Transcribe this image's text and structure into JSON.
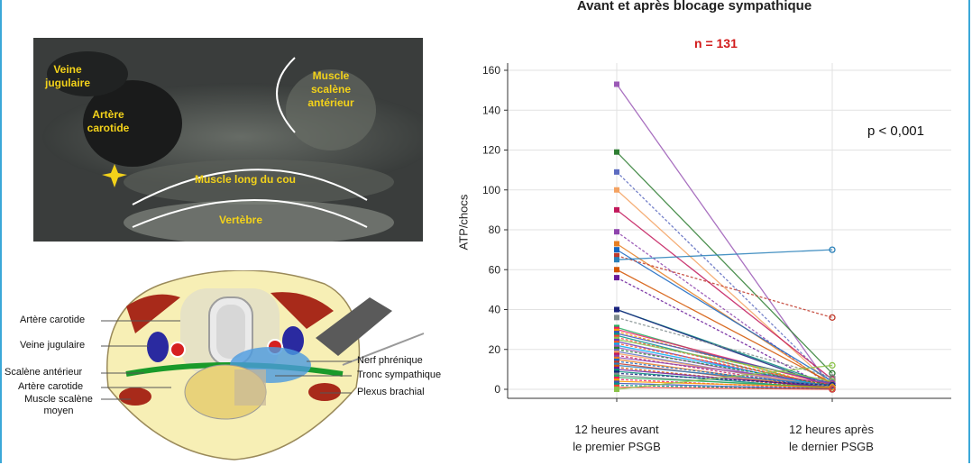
{
  "title": "Avant et après blocage sympathique",
  "n_label": "n = 131",
  "p_value": "p < 0,001",
  "ultrasound": {
    "labels": [
      "Veine jugulaire",
      "Artère carotide",
      "Muscle scalène antérieur",
      "Muscle long du cou",
      "Vertèbre"
    ]
  },
  "anatomy": {
    "left_labels": [
      "Artère carotide",
      "Veine jugulaire",
      "Scalène antérieur",
      "Artère carotide",
      "Muscle scalène moyen"
    ],
    "right_labels": [
      "Nerf phrénique",
      "Tronc sympathique",
      "Plexus brachial"
    ]
  },
  "chart_data": {
    "type": "line",
    "title": "",
    "ylabel": "ATP/chocs",
    "ylim": [
      0,
      160
    ],
    "yticks": [
      0,
      20,
      40,
      60,
      80,
      100,
      120,
      140,
      160
    ],
    "categories": [
      [
        "12 heures avant",
        "le premier PSGB"
      ],
      [
        "12 heures après",
        "le dernier PSGB"
      ]
    ],
    "grid": true,
    "series_note": "paired patient lines",
    "pairs": [
      [
        153,
        0
      ],
      [
        119,
        8
      ],
      [
        109,
        3
      ],
      [
        100,
        2
      ],
      [
        90,
        5
      ],
      [
        79,
        1
      ],
      [
        73,
        2
      ],
      [
        70,
        4
      ],
      [
        67,
        36
      ],
      [
        65,
        70
      ],
      [
        60,
        3
      ],
      [
        56,
        0
      ],
      [
        40,
        2
      ],
      [
        40,
        1
      ],
      [
        36,
        6
      ],
      [
        31,
        0
      ],
      [
        30,
        2
      ],
      [
        29,
        1
      ],
      [
        28,
        3
      ],
      [
        27,
        0
      ],
      [
        26,
        1
      ],
      [
        25,
        4
      ],
      [
        24,
        0
      ],
      [
        23,
        2
      ],
      [
        22,
        1
      ],
      [
        21,
        0
      ],
      [
        20,
        2
      ],
      [
        19,
        0
      ],
      [
        18,
        1
      ],
      [
        17,
        0
      ],
      [
        16,
        3
      ],
      [
        15,
        0
      ],
      [
        14,
        1
      ],
      [
        13,
        0
      ],
      [
        12,
        2
      ],
      [
        11,
        0
      ],
      [
        10,
        1
      ],
      [
        9,
        0
      ],
      [
        8,
        2
      ],
      [
        7,
        0
      ],
      [
        6,
        1
      ],
      [
        5,
        0
      ],
      [
        4,
        1
      ],
      [
        3,
        0
      ],
      [
        2,
        0
      ],
      [
        1,
        0
      ],
      [
        0,
        12
      ]
    ]
  },
  "colors": {
    "frame": "#3ba8d8",
    "n_label": "#d21b1b",
    "us_text": "#f3d21a"
  }
}
